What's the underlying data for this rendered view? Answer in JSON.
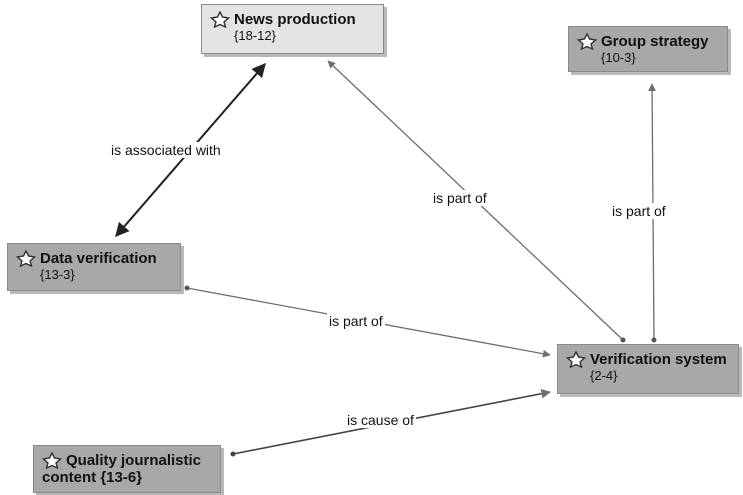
{
  "nodes": {
    "news_production": {
      "title": "News production",
      "code": "{18-12}"
    },
    "group_strategy": {
      "title": "Group strategy",
      "code": "{10-3}"
    },
    "data_verification": {
      "title": "Data verification",
      "code": "{13-3}"
    },
    "verification_system": {
      "title": "Verification system",
      "code": "{2-4}"
    },
    "quality_content": {
      "title_line1": "Quality journalistic",
      "title_line2": "content {13-6}"
    }
  },
  "edges": {
    "associated": {
      "label": "is associated with"
    },
    "vs_news": {
      "label": "is part of"
    },
    "vs_group": {
      "label": "is part of"
    },
    "dv_vs": {
      "label": "is part of"
    },
    "qc_vs": {
      "label": "is cause of"
    }
  },
  "colors": {
    "node_light": "#e4e4e4",
    "node_dark": "#a8a8a8",
    "edge_dark": "#222222",
    "edge_gray": "#6e6e6e"
  }
}
